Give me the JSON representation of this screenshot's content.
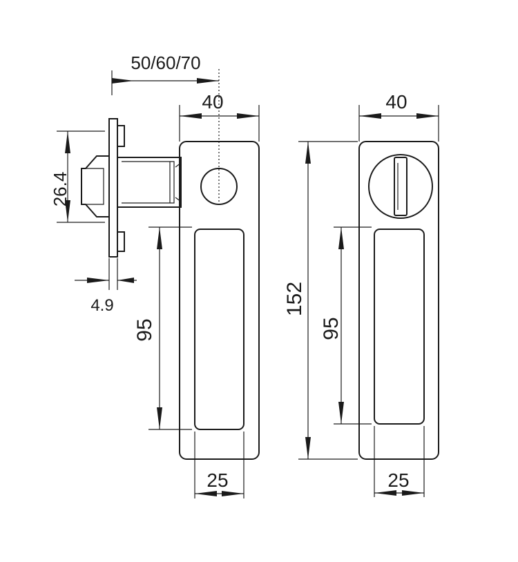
{
  "dimensions": {
    "backset": "50/60/70",
    "width_front": "40",
    "width_back": "40",
    "spindle_height": "26.4",
    "plate_thickness": "4.9",
    "recess_height_left": "95",
    "recess_height_right": "95",
    "total_height": "152",
    "recess_width_left": "25",
    "recess_width_right": "25"
  },
  "colors": {
    "line": "#1a1a1a",
    "background": "#ffffff"
  }
}
